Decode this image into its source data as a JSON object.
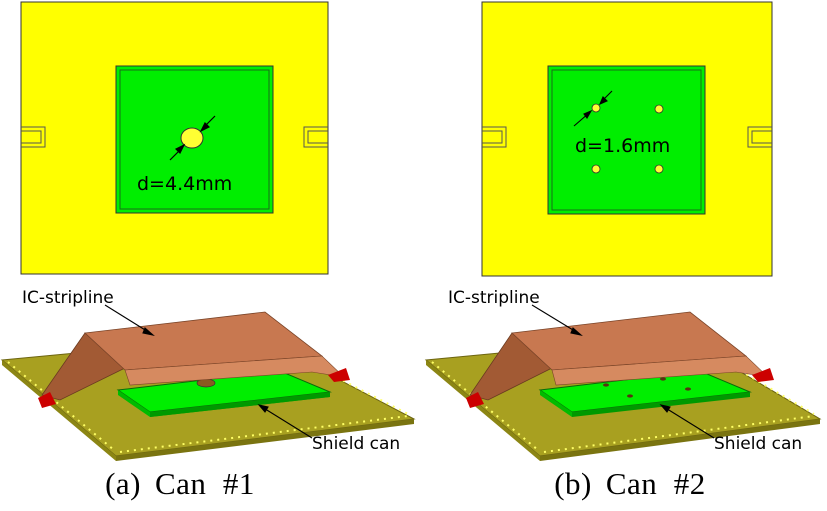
{
  "panels": [
    {
      "id": "a",
      "top_view": {
        "dimension_label": "d=4.4mm"
      },
      "iso_view": {
        "stripline_label": "IC-stripline",
        "can_label": "Shield can"
      },
      "caption": {
        "label": "(a)",
        "title": "Can  #1"
      }
    },
    {
      "id": "b",
      "top_view": {
        "dimension_label": "d=1.6mm"
      },
      "iso_view": {
        "stripline_label": "IC-stripline",
        "can_label": "Shield can"
      },
      "caption": {
        "label": "(b)",
        "title": "Can  #2"
      }
    }
  ],
  "colors": {
    "board_yellow": "#ffff00",
    "can_green": "#00ee00",
    "can_green_dark": "#00aa00",
    "stripline_brown": "#c87850",
    "stripline_dark": "#8a4a2c",
    "pcb_olive": "#a8a020",
    "pcb_dark": "#7a7410",
    "port_red": "#cc0000"
  }
}
